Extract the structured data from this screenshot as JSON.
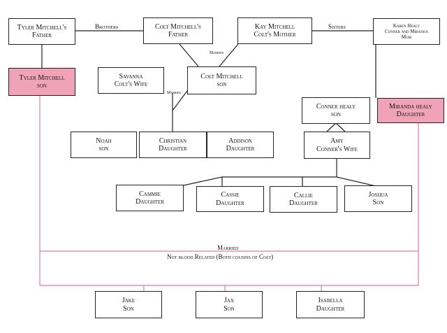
{
  "people": {
    "tyler_father": {
      "line1": "Tyler Mitchell's",
      "line2": "Father"
    },
    "colt_father": {
      "line1": "Colt Mitchell's",
      "line2": "Father"
    },
    "kay": {
      "line1": "Kay Mitchell",
      "line2": "Colt's Mother"
    },
    "karen": {
      "line1": "Karen Healy",
      "line2": "Conner and Miranda",
      "line3": "Mom"
    },
    "tyler": {
      "line1": "Tyler Mitchell",
      "line2": "son"
    },
    "savanna": {
      "line1": "Savanna",
      "line2": "Colt's Wife"
    },
    "colt": {
      "line1": "Colt Mitchell",
      "line2": "son"
    },
    "conner": {
      "line1": "Conner healy",
      "line2": "son"
    },
    "miranda": {
      "line1": "Miranda healy",
      "line2": "Daughter"
    },
    "noah": {
      "line1": "Noah",
      "line2": "son"
    },
    "christian": {
      "line1": "Christian",
      "line2": "Daughter"
    },
    "addison": {
      "line1": "Addison",
      "line2": "Daughter"
    },
    "amy": {
      "line1": "Amy",
      "line2": "Conner's Wife"
    },
    "cammie": {
      "line1": "Cammie",
      "line2": "Daughter"
    },
    "cassie": {
      "line1": "Cassie",
      "line2": "Daughter"
    },
    "callie": {
      "line1": "Callie",
      "line2": "Daughter"
    },
    "joshua": {
      "line1": "Joshua",
      "line2": "Son"
    },
    "jake": {
      "line1": "Jake",
      "line2": "Son"
    },
    "jax": {
      "line1": "Jax",
      "line2": "Son"
    },
    "isabella": {
      "line1": "Isabella",
      "line2": "Daughter"
    }
  },
  "labels": {
    "brothers": "Brothers",
    "sisters": "Sisters",
    "married_parents": "Married",
    "married_colt": "Married",
    "married_cousins": "Married",
    "not_blood": "Not blood Related (Both cousins of Colt)"
  },
  "colors": {
    "line": "#222222",
    "cousin_line": "#e07aa0",
    "highlight": "#f0a3b6"
  }
}
